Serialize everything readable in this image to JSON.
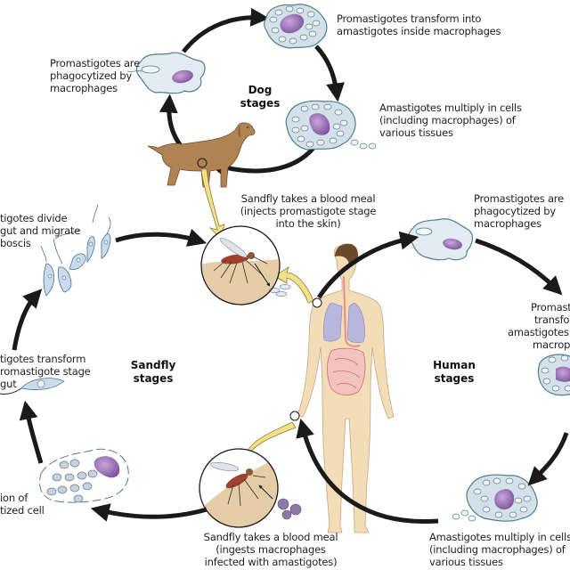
{
  "diagram": {
    "title": "Leishmania life cycle: dog, sandfly and human stages",
    "colors": {
      "arrow": "#1a1a1a",
      "transfer_arrow": "#f3e08a",
      "macrophage_fill": "#e3ecf3",
      "macrophage_stroke": "#4f7f83",
      "nucleus": "#8c5fa8",
      "amastigote": "#c7d2dc",
      "skin": "#f3dcb8",
      "dog": "#b08452",
      "sandfly_body": "#a0412c",
      "lungs": "#b9b6dd",
      "gut": "#e98c8c",
      "promastigote": "#c9dcee"
    },
    "cycles": {
      "dog": {
        "label_line1": "Dog",
        "label_line2": "stages",
        "steps": [
          {
            "id": "dog-phago",
            "lines": [
              "Promastigotes are",
              "phagocytized by",
              "macrophages"
            ]
          },
          {
            "id": "dog-transform",
            "lines": [
              "Promastigotes transform into",
              "amastigotes inside macrophages"
            ]
          },
          {
            "id": "dog-multiply",
            "lines": [
              "Amastigotes multiply in cells",
              "(including macrophages) of",
              "various tissues"
            ]
          }
        ]
      },
      "sandfly": {
        "label_line1": "Sandfly",
        "label_line2": "stages",
        "steps": [
          {
            "id": "fly-bite-inject",
            "lines": [
              "Sandfly takes a blood meal",
              "(injects promastigote stage",
              "into the skin)"
            ]
          },
          {
            "id": "fly-divide",
            "lines": [
              "tigotes divide",
              "gut and migrate",
              "boscis"
            ]
          },
          {
            "id": "fly-transform",
            "lines": [
              "tigotes transform",
              "romastigote stage",
              "gut"
            ]
          },
          {
            "id": "fly-rupture",
            "lines": [
              "ion of",
              "tized cell"
            ]
          },
          {
            "id": "fly-bite-ingest",
            "lines": [
              "Sandfly takes a blood meal",
              "(ingests macrophages",
              "infected with amastigotes)"
            ]
          }
        ]
      },
      "human": {
        "label_line1": "Human",
        "label_line2": "stages",
        "steps": [
          {
            "id": "human-phago",
            "lines": [
              "Promastigotes are",
              "phagocytized by",
              "macrophages"
            ]
          },
          {
            "id": "human-transform",
            "lines": [
              "Promast",
              "transfor",
              "amastigotes",
              "macrop"
            ]
          },
          {
            "id": "human-multiply",
            "lines": [
              "Amastigotes multiply in cells",
              "(including macrophages) of",
              "various tissues"
            ]
          }
        ]
      }
    }
  }
}
